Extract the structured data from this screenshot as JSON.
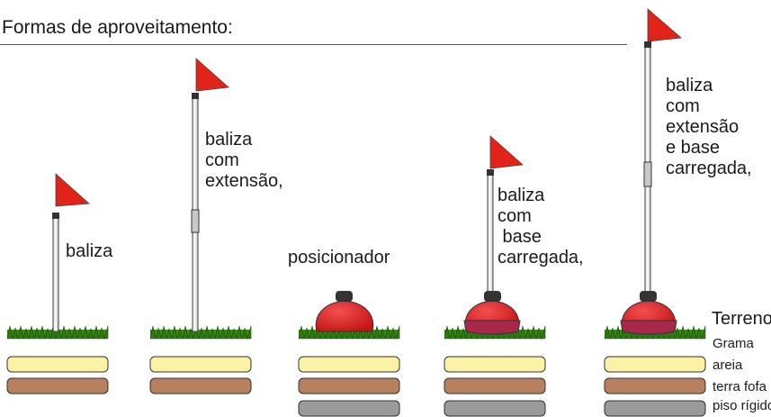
{
  "title": "Formas de aproveitamento:",
  "items": [
    {
      "label": "baliza"
    },
    {
      "label": "baliza\ncom\nextensão,"
    },
    {
      "label": "posicionador"
    },
    {
      "label": "baliza\ncom\n base\ncarregada,"
    },
    {
      "label": "baliza\ncom\nextensão\ne base\ncarregada,"
    }
  ],
  "terrain": {
    "heading": "Terreno",
    "layers": [
      "Grama",
      "areia",
      "terra fofa",
      "piso rígido"
    ]
  },
  "colors": {
    "flag": "#e2231a",
    "grass": "#3a8a1a",
    "sand": "#fbf2a5",
    "soil": "#b7815f",
    "floor": "#9a9a9a",
    "weight": "#d92020",
    "weight_base": "#a8284a"
  }
}
